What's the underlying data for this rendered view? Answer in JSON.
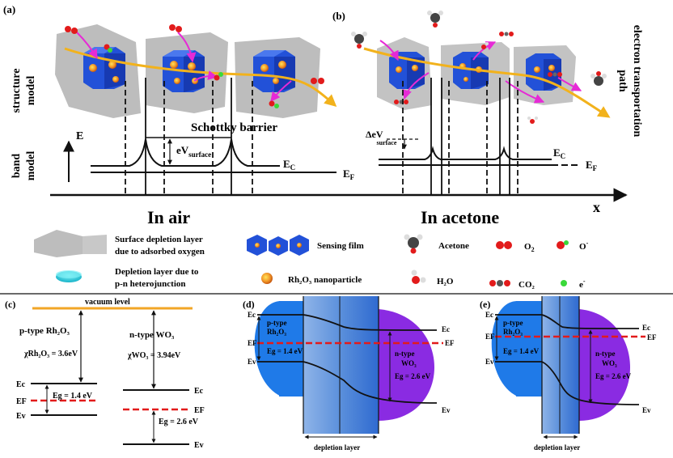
{
  "panels": {
    "a": "(a)",
    "b": "(b)",
    "c": "(c)",
    "d": "(d)",
    "e": "(e)"
  },
  "top": {
    "structure_model": [
      "structure",
      "model"
    ],
    "band_model": [
      "band",
      "model"
    ],
    "axis_e": "E",
    "axis_x": "x",
    "schottky": "Schottky barrier",
    "ev_surface_main": "eV",
    "ev_surface_sub": "surface",
    "delta_ev_main": "ΔeV",
    "delta_ev_sub": "surface",
    "ec_main": "E",
    "ec_sub": "C",
    "ef_main": "E",
    "ef_sub": "F",
    "in_air": "In air",
    "in_acetone": "In acetone",
    "electron_path": [
      "electron transportation",
      "path"
    ]
  },
  "legend": {
    "depletion_surface": [
      "Surface depletion layer",
      "due to adsorbed oxygen"
    ],
    "sensing_film": "Sensing film",
    "acetone": "Acetone",
    "o2": "O",
    "o2_sub": "2",
    "o_minus": "O",
    "o_minus_sup": "-",
    "depletion_pn": [
      "Depletion layer due to",
      "p-n heterojunction"
    ],
    "rh2o3_np": "Rh₂O₃ nanoparticle",
    "h2o": "H₂O",
    "co2": "CO₂",
    "e_minus": "e",
    "e_minus_sup": "-"
  },
  "panel_c": {
    "vacuum": "vacuum level",
    "p_type": "p-type Rh₂O₃",
    "n_type": "n-type WO₃",
    "chi_p": "χRh₂O₃ = 3.6eV",
    "chi_n": "χWO₃ = 3.94eV",
    "eg_p": "Eg = 1.4 eV",
    "eg_n": "Eg = 2.6 eV",
    "ec": "Ec",
    "ef": "EF",
    "ev": "Ev",
    "ec2": "Ec",
    "ef2": "EF",
    "ev2": "Ev"
  },
  "panel_d": {
    "p_type": [
      "p-type",
      "Rh₂O₃"
    ],
    "eg_p": "Eg = 1.4 eV",
    "n_type": [
      "n-type",
      "WO₃"
    ],
    "eg_n": "Eg = 2.6 eV",
    "ec": "Ec",
    "ef": "EF",
    "ev": "Ev",
    "depletion": "depletion layer"
  },
  "panel_e": {
    "p_type": [
      "p-type",
      "Rh₂O₃"
    ],
    "eg_p": "Eg = 1.4 eV",
    "n_type": [
      "n-type",
      "WO₃"
    ],
    "eg_n": "Eg = 2.6 eV",
    "ec": "Ec",
    "ef": "EF",
    "ev": "Ev",
    "depletion": "depletion layer"
  },
  "colors": {
    "orange_path": "#f2b21c",
    "blue_cube": "#1f4fd6",
    "grey_region": "#b9b9b9",
    "magenta": "#e62ad6",
    "red_dash": "#e21b1b",
    "p_blue": "#1f7ae8",
    "n_purple": "#8a2be2",
    "vacuum_orange": "#f2a626"
  }
}
